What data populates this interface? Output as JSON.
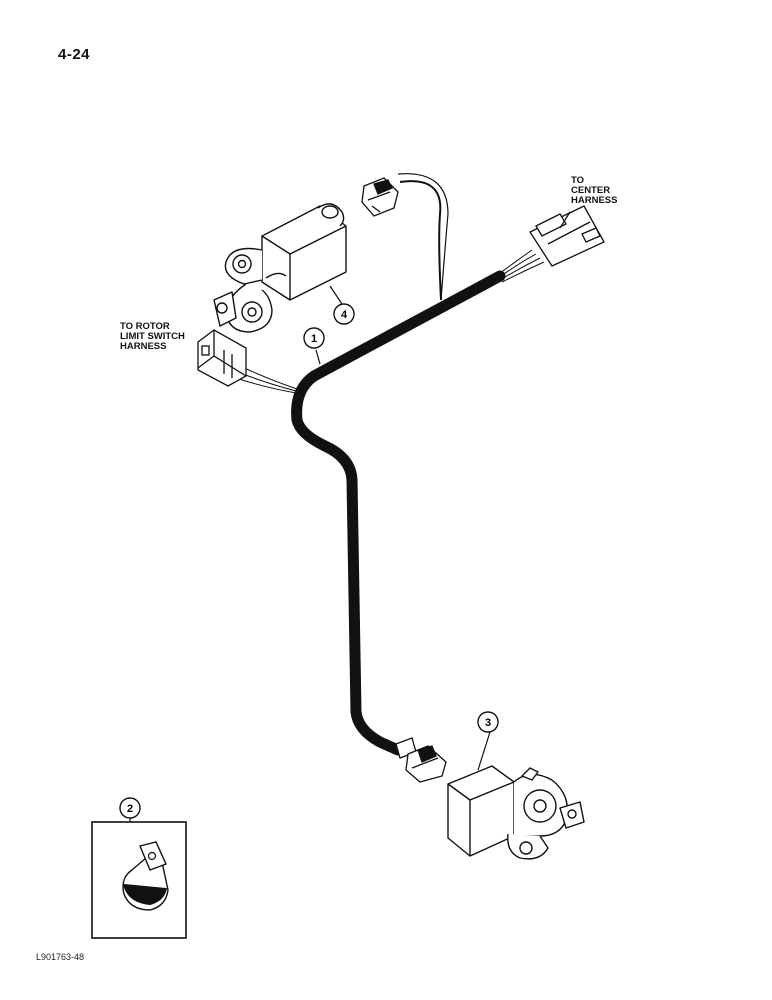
{
  "page": {
    "number": "4-24"
  },
  "callouts": {
    "center": [
      "TO",
      "CENTER",
      "HARNESS"
    ],
    "rotor": [
      "TO ROTOR",
      "LIMIT SWITCH",
      "HARNESS"
    ]
  },
  "balloons": {
    "harness": "1",
    "clamp": "2",
    "lower_switch": "3",
    "upper_switch": "4"
  },
  "reference_code": "L901763-48",
  "colors": {
    "line": "#111111",
    "paper": "#ffffff",
    "shade": "#cfcfcf"
  }
}
